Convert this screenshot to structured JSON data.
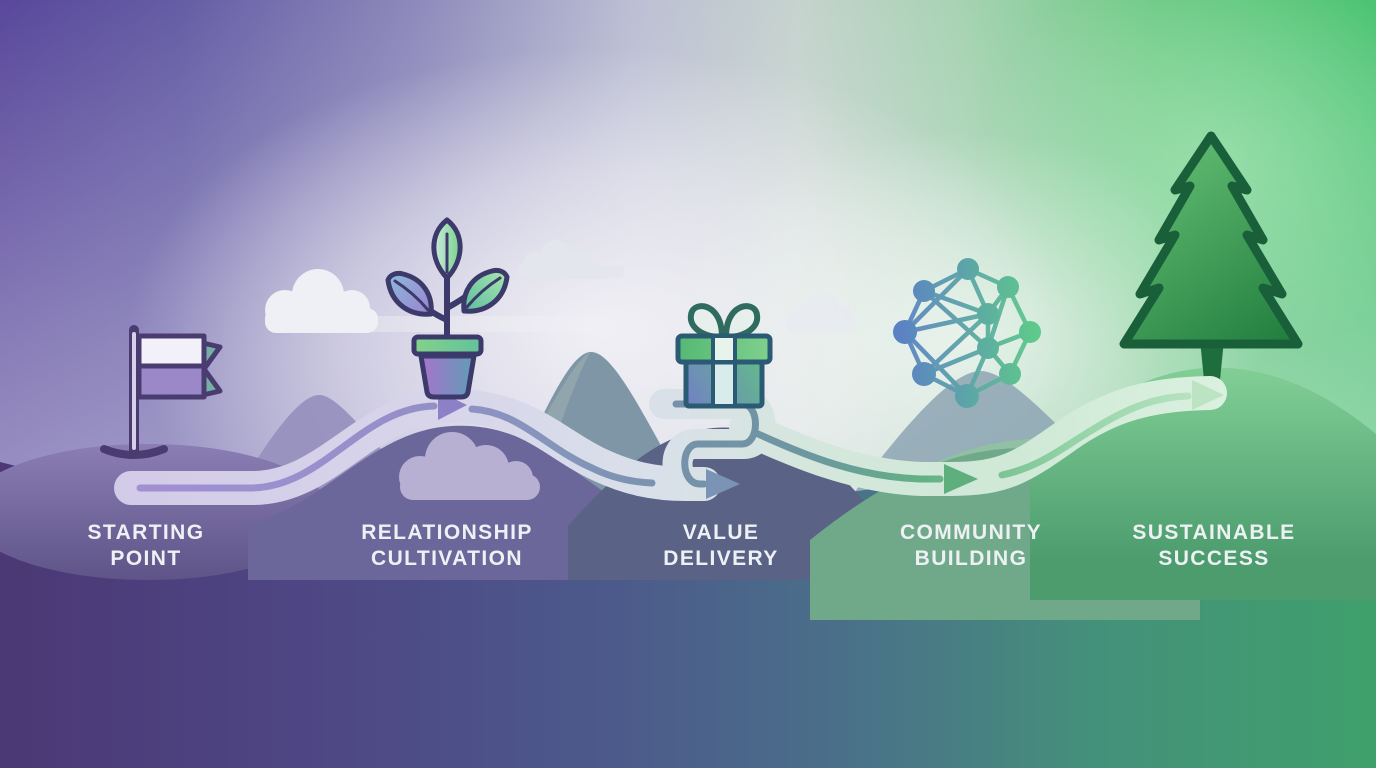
{
  "illustration": {
    "type": "journey-diagram",
    "background": {
      "top_left_color": "#59489b",
      "top_right_color": "#4cc472",
      "bottom_left_color": "#4b3875",
      "bottom_right_color": "#3fa06c",
      "glow_color": "#f5f4f8"
    },
    "path": {
      "ribbon_start_color": "#d2cbe8",
      "ribbon_end_color": "#dcf1e0",
      "arrow_colors": [
        "#8e80c6",
        "#7b93b4",
        "#5fae7d",
        "#bce4c3"
      ],
      "direction": "left-to-right",
      "arrow_count": 4
    }
  },
  "stages": [
    {
      "line1": "STARTING",
      "line2": "POINT",
      "icon": "flag-icon"
    },
    {
      "line1": "RELATIONSHIP",
      "line2": "CULTIVATION",
      "icon": "potted-plant-icon"
    },
    {
      "line1": "VALUE",
      "line2": "DELIVERY",
      "icon": "gift-icon"
    },
    {
      "line1": "COMMUNITY",
      "line2": "BUILDING",
      "icon": "network-icon"
    },
    {
      "line1": "SUSTAINABLE",
      "line2": "SUCCESS",
      "icon": "pine-tree-icon"
    }
  ]
}
